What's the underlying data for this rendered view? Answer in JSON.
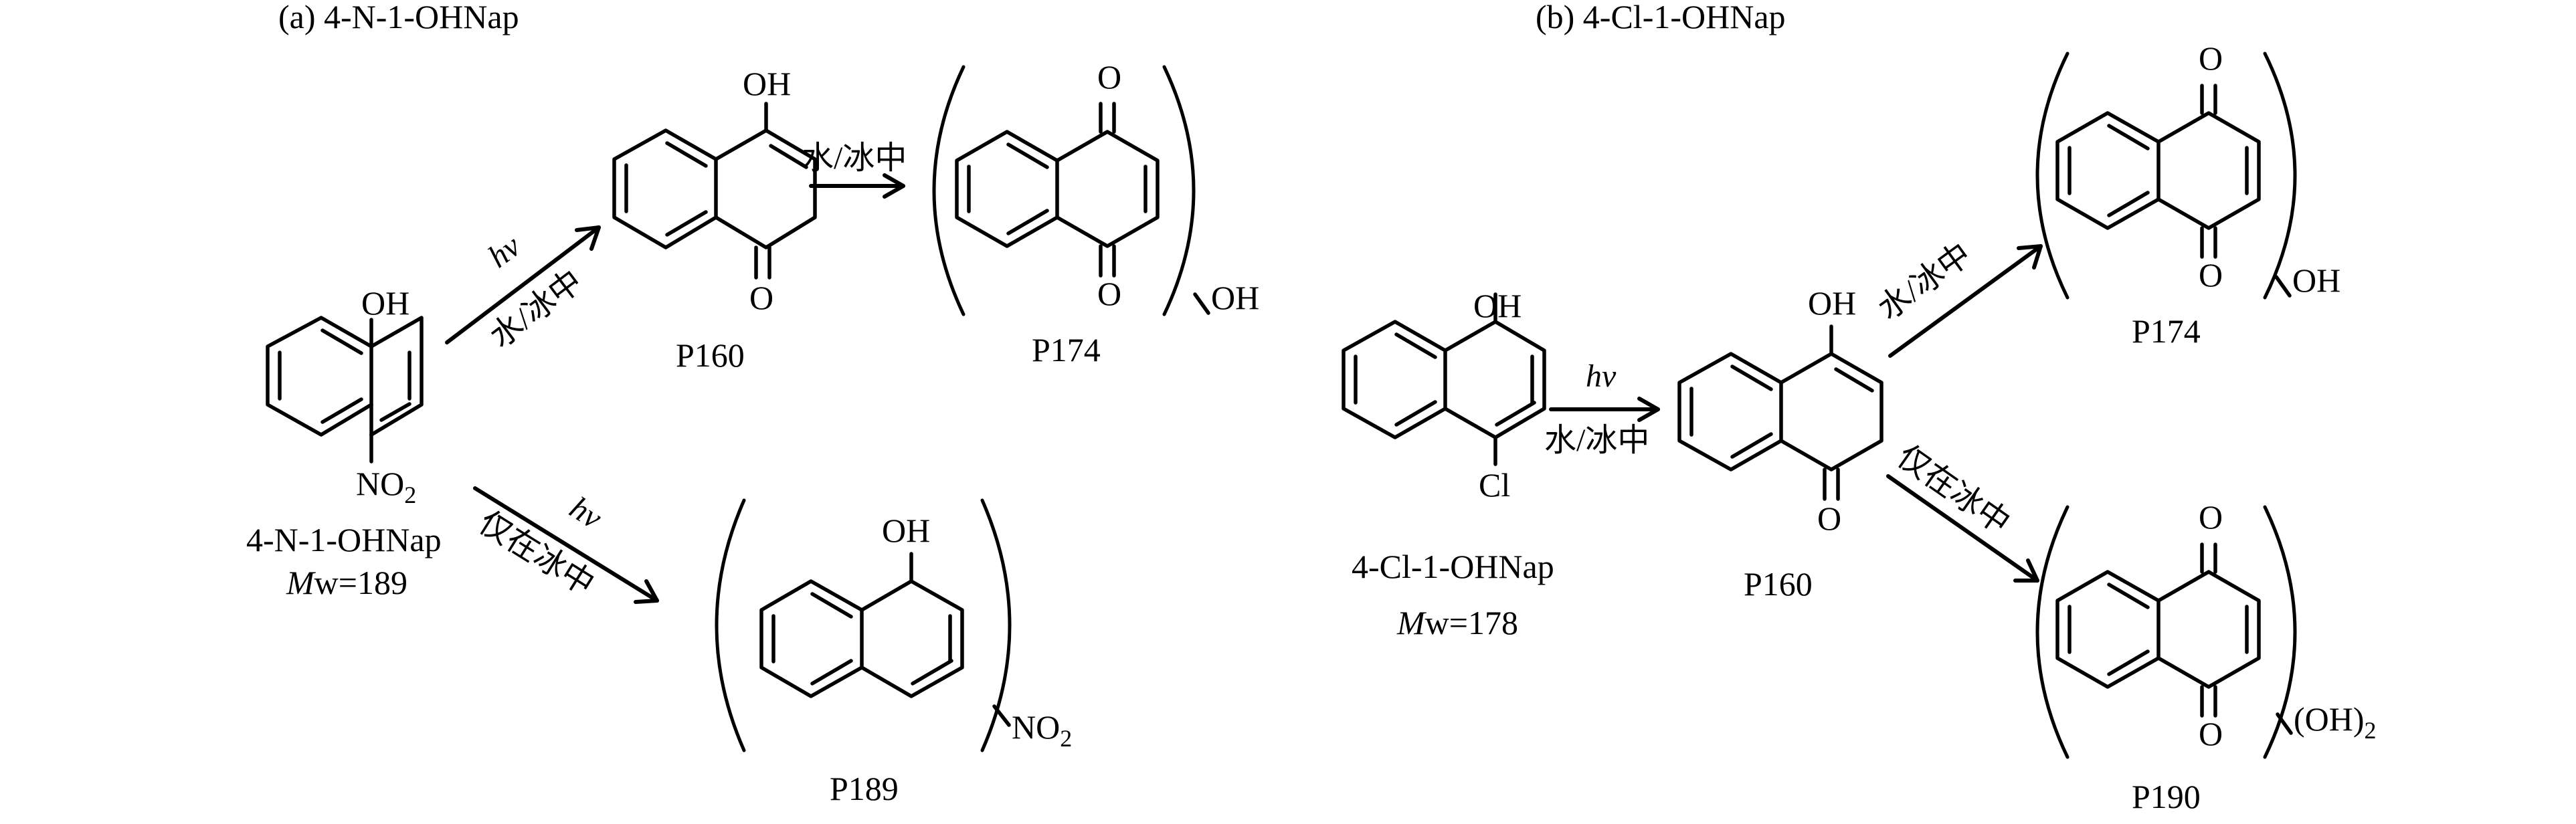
{
  "panel_a": {
    "title": "(a) 4-N-1-OHNap",
    "reactant": {
      "oh": "OH",
      "no2": "NO",
      "no2_sub": "2",
      "name": "4-N-1-OHNap",
      "mw_italic": "M",
      "mw_rest": "w=189"
    },
    "arrow_up": {
      "hv": "hν",
      "condition": "水/冰中"
    },
    "arrow_down": {
      "hv": "hν",
      "condition": "仅在冰中"
    },
    "p160": {
      "oh": "OH",
      "o": "O",
      "label": "P160"
    },
    "arrow_p160_p174": {
      "condition": "水/冰中"
    },
    "p174": {
      "o_top": "O",
      "o_bottom": "O",
      "substituent": "OH",
      "label": "P174"
    },
    "p189": {
      "oh": "OH",
      "substituent": "NO",
      "substituent_sub": "2",
      "label": "P189"
    }
  },
  "panel_b": {
    "title": "(b) 4-Cl-1-OHNap",
    "reactant": {
      "oh": "OH",
      "cl": "Cl",
      "name": "4-Cl-1-OHNap",
      "mw_italic": "M",
      "mw_rest": "w=178"
    },
    "arrow_main": {
      "hv": "hν",
      "condition": "水/冰中"
    },
    "p160": {
      "oh": "OH",
      "o": "O",
      "label": "P160"
    },
    "arrow_up": {
      "condition": "水/冰中"
    },
    "arrow_down": {
      "condition": "仅在冰中"
    },
    "p174": {
      "o_top": "O",
      "o_bottom": "O",
      "substituent": "OH",
      "label": "P174"
    },
    "p190": {
      "o_top": "O",
      "o_bottom": "O",
      "substituent": "(OH)",
      "substituent_sub": "2",
      "label": "P190"
    }
  }
}
